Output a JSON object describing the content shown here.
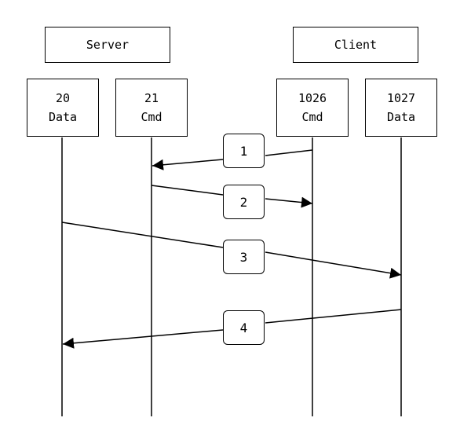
{
  "groups": {
    "server": "Server",
    "client": "Client"
  },
  "ports": {
    "server_data": {
      "number": "20",
      "label": "Data"
    },
    "server_cmd": {
      "number": "21",
      "label": "Cmd"
    },
    "client_cmd": {
      "number": "1026",
      "label": "Cmd"
    },
    "client_data": {
      "number": "1027",
      "label": "Data"
    }
  },
  "steps": [
    "1",
    "2",
    "3",
    "4"
  ],
  "colors": {
    "line": "#000000",
    "background": "#ffffff"
  }
}
